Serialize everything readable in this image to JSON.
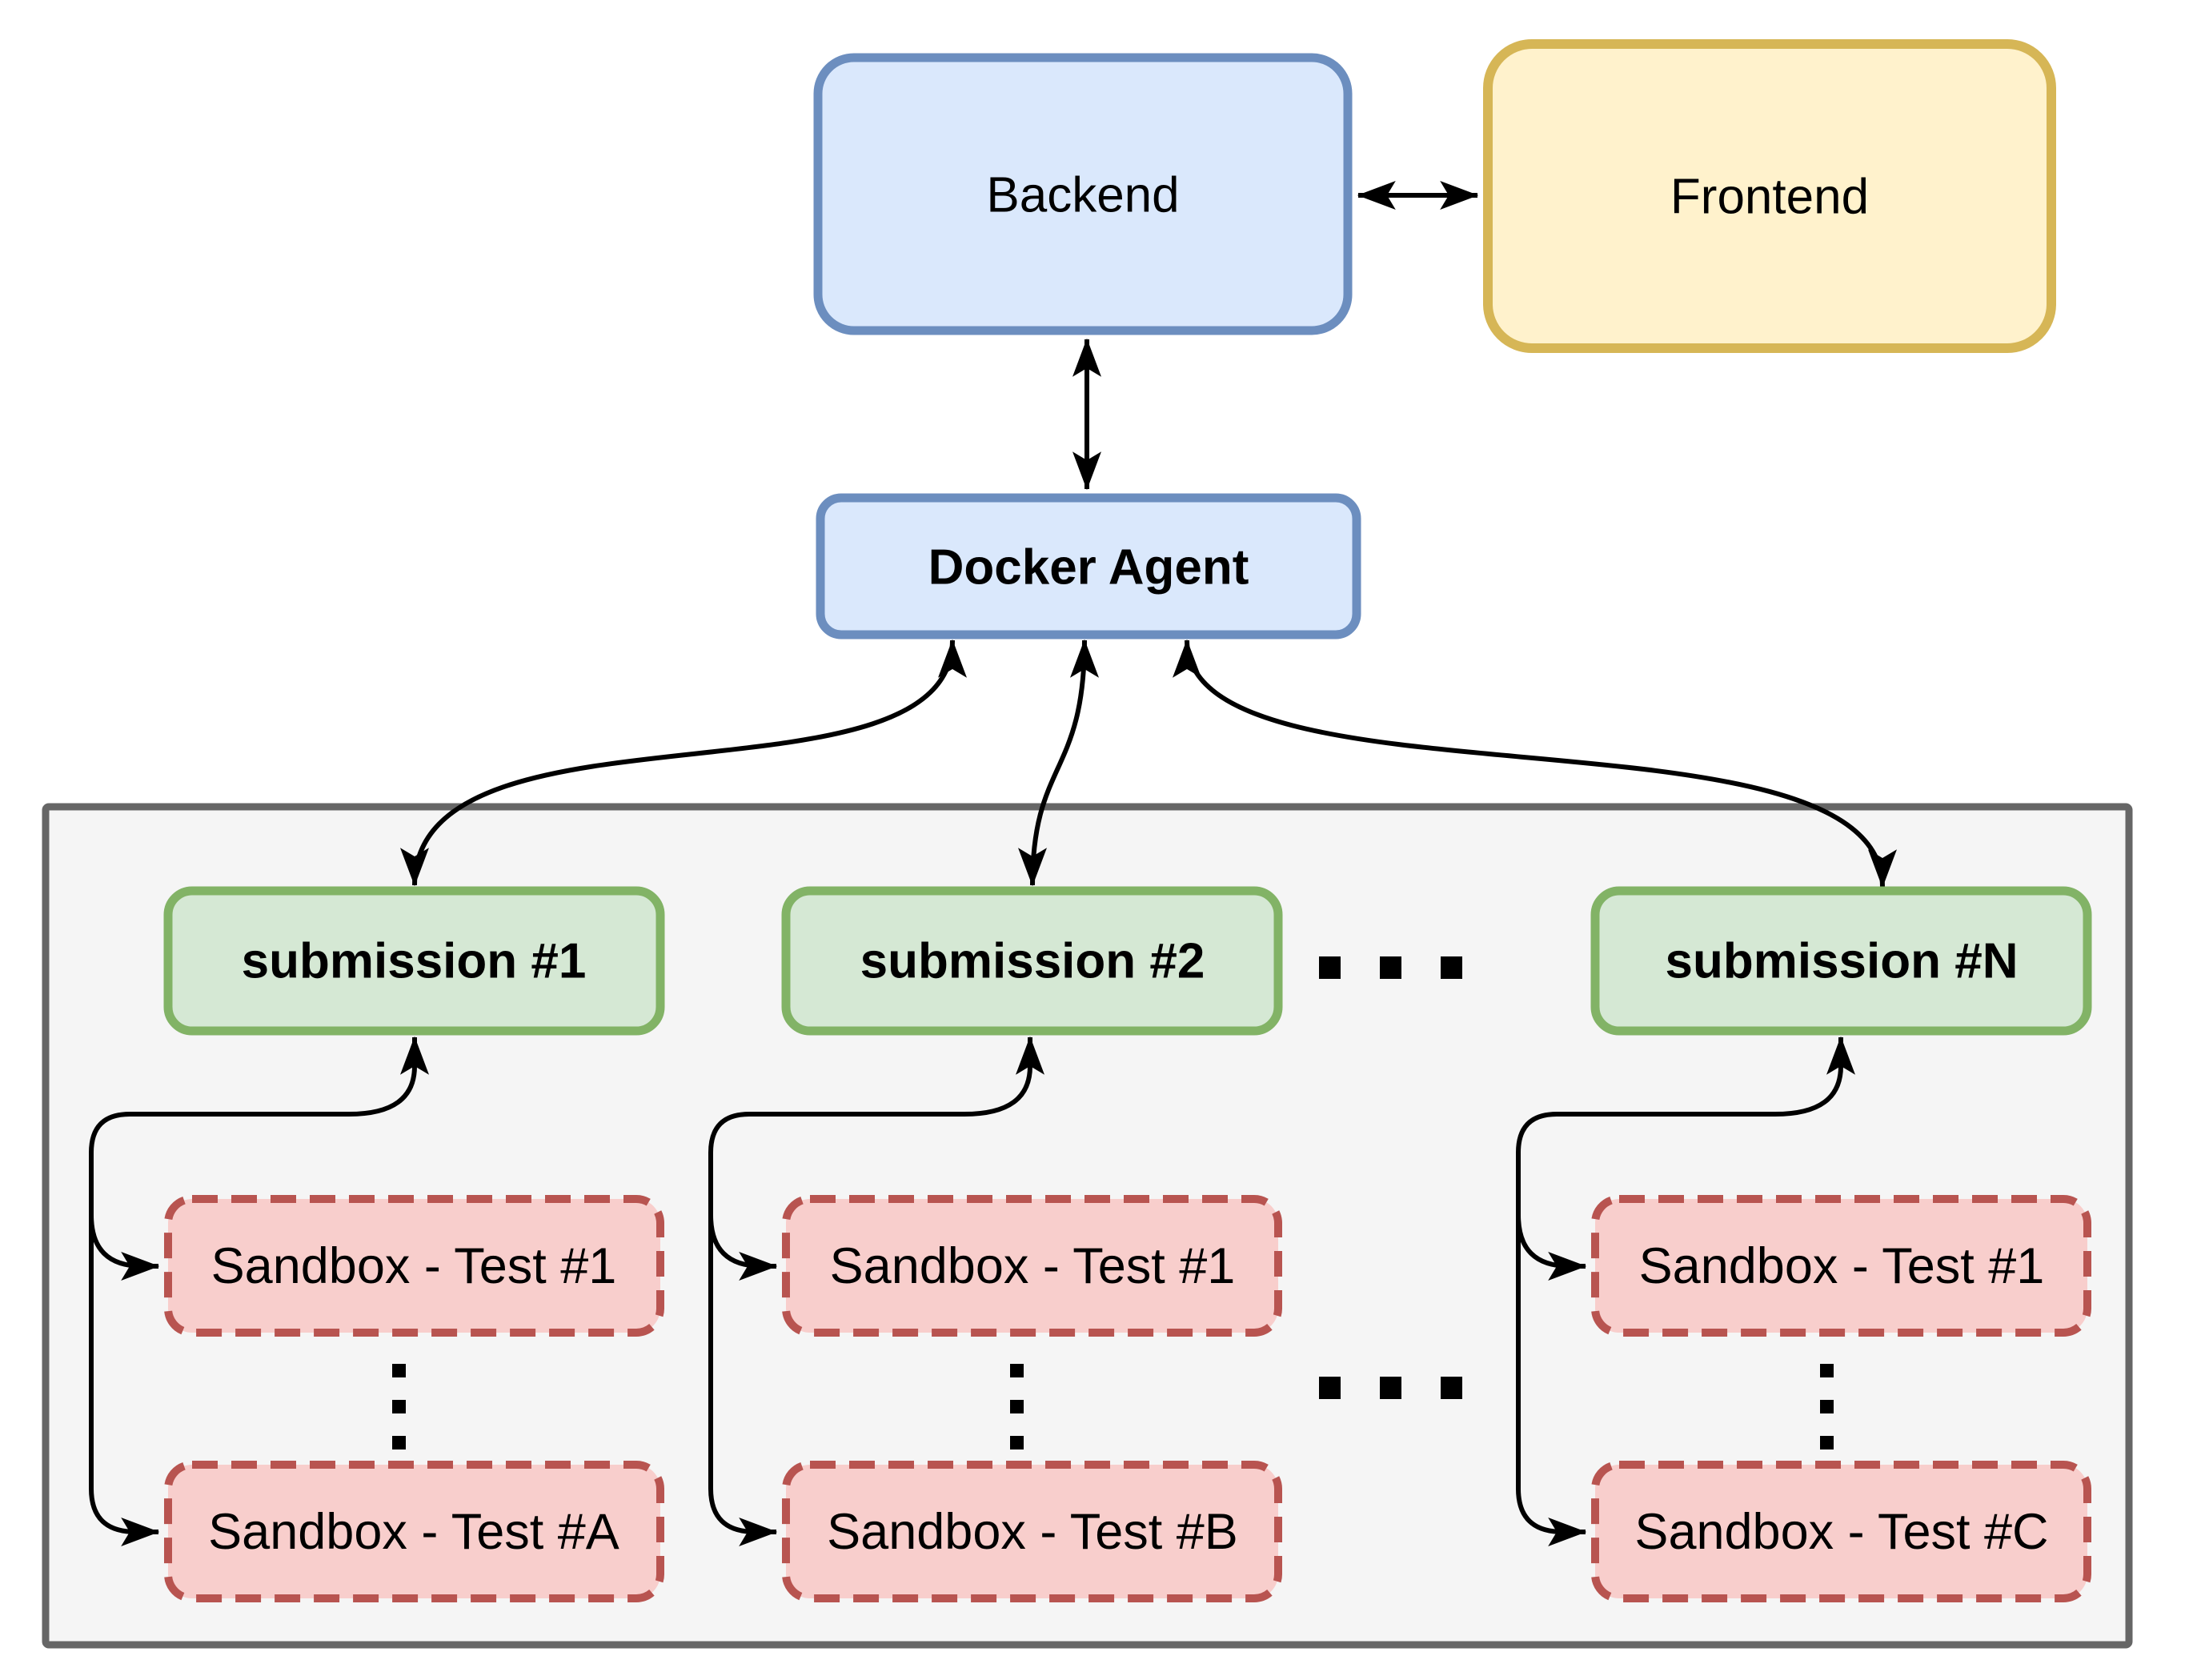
{
  "diagram": {
    "type": "architecture-diagram",
    "nodes": {
      "backend": {
        "label": "Backend"
      },
      "frontend": {
        "label": "Frontend"
      },
      "docker_agent": {
        "label": "Docker Agent"
      }
    },
    "cluster": {
      "columns": [
        {
          "submission": {
            "label": "submission #1"
          },
          "sandboxes": [
            {
              "label": "Sandbox - Test #1"
            },
            {
              "label": "Sandbox - Test #A"
            }
          ]
        },
        {
          "submission": {
            "label": "submission #2"
          },
          "sandboxes": [
            {
              "label": "Sandbox - Test #1"
            },
            {
              "label": "Sandbox - Test #B"
            }
          ]
        },
        {
          "submission": {
            "label": "submission #N"
          },
          "sandboxes": [
            {
              "label": "Sandbox - Test #1"
            },
            {
              "label": "Sandbox - Test #C"
            }
          ]
        }
      ],
      "ellipsis_between_submissions": "...",
      "ellipsis_between_sandbox_columns": "...",
      "ellipsis_between_sandbox_rows": "⋮"
    },
    "edges": [
      {
        "from": "backend",
        "to": "frontend",
        "bidirectional": true
      },
      {
        "from": "backend",
        "to": "docker_agent",
        "bidirectional": true
      },
      {
        "from": "docker_agent",
        "to": "submission #1",
        "bidirectional": true
      },
      {
        "from": "docker_agent",
        "to": "submission #2",
        "bidirectional": true
      },
      {
        "from": "docker_agent",
        "to": "submission #N",
        "bidirectional": true
      },
      {
        "from": "sandboxes",
        "to": "submission",
        "note": "per-column tree connector with arrows into submission and into each sandbox"
      }
    ],
    "colors": {
      "blue_fill": "#dae8fc",
      "blue_stroke": "#6c8ebf",
      "yellow_fill": "#fff2cc",
      "yellow_stroke": "#d6b656",
      "green_fill": "#d5e8d4",
      "green_stroke": "#82b366",
      "red_fill": "#f8cecc",
      "red_stroke": "#b85450",
      "container_fill": "#f5f5f5",
      "container_stroke": "#666666",
      "edge_color": "#000000",
      "background": "#ffffff"
    }
  }
}
